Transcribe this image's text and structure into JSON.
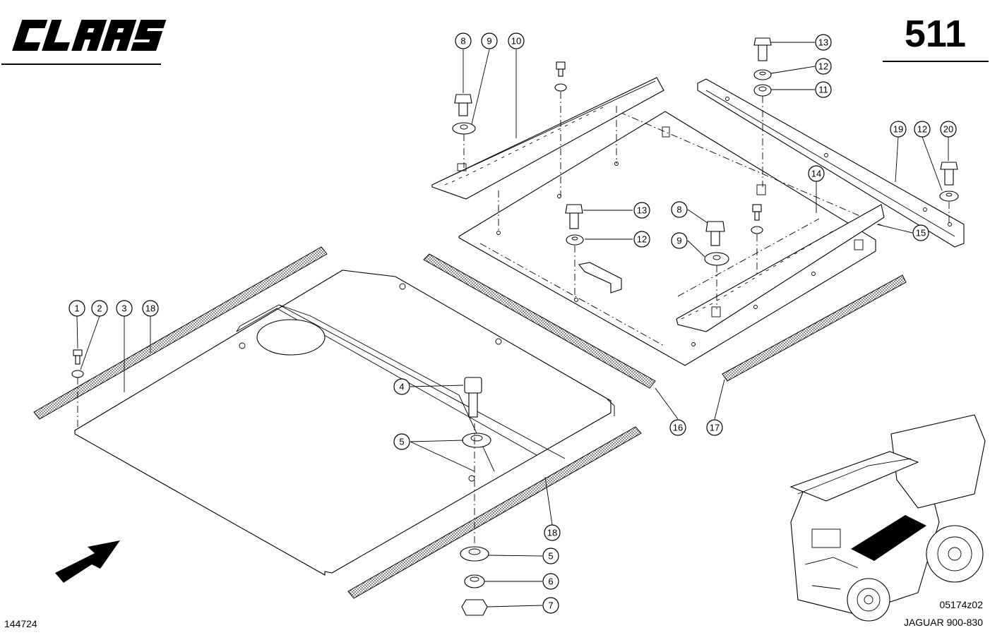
{
  "header": {
    "brand": "CLAAS",
    "page_number": "511"
  },
  "footer": {
    "drawing_number": "144724",
    "reference_code": "05174z02",
    "model": "JAGUAR 900-830"
  },
  "callouts": {
    "c1": "1",
    "c2": "2",
    "c3": "3",
    "c4": "4",
    "c5a": "5",
    "c5b": "5",
    "c6": "6",
    "c7": "7",
    "c8a": "8",
    "c8b": "8",
    "c9a": "9",
    "c9b": "9",
    "c10": "10",
    "c11": "11",
    "c12a": "12",
    "c12b": "12",
    "c12c": "12",
    "c13a": "13",
    "c13b": "13",
    "c14": "14",
    "c15": "15",
    "c16": "16",
    "c17": "17",
    "c18a": "18",
    "c18b": "18",
    "c19": "19",
    "c20": "20"
  }
}
